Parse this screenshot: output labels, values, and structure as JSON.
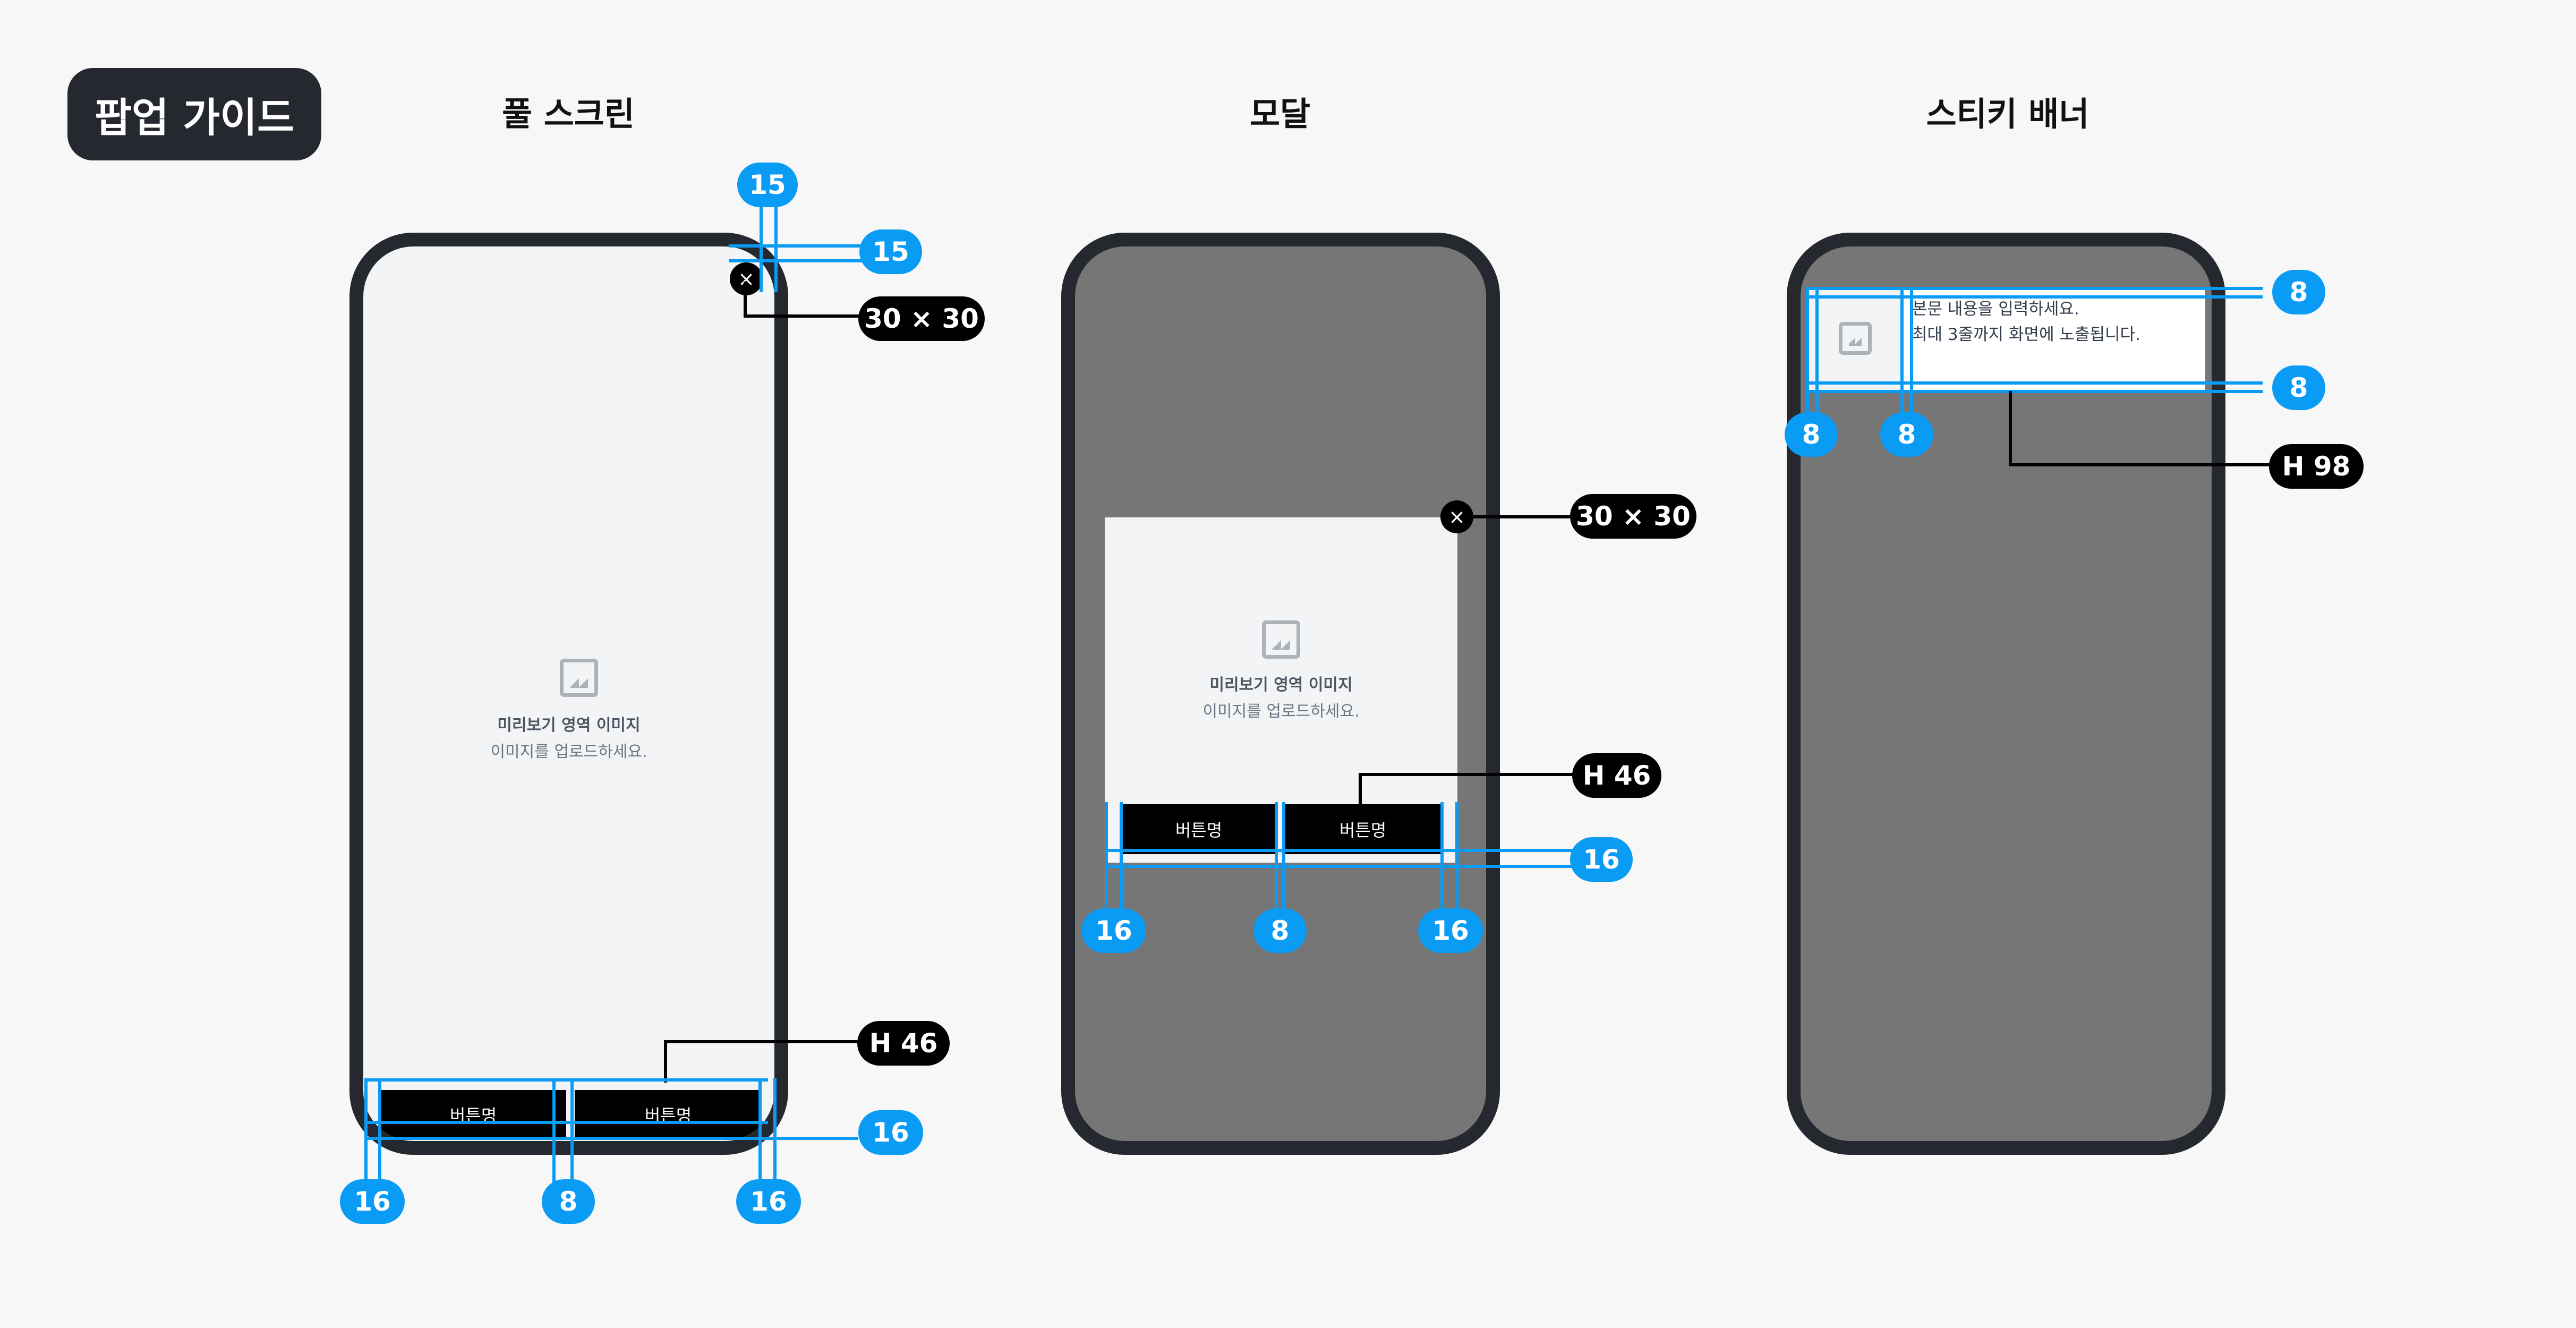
{
  "header": {
    "title": "팝업 가이드"
  },
  "sections": {
    "fullscreen": {
      "title": "풀 스크린"
    },
    "modal": {
      "title": "모달"
    },
    "sticky": {
      "title": "스티키 배너"
    }
  },
  "preview": {
    "title": "미리보기 영역 이미지",
    "subtitle": "이미지를 업로드하세요."
  },
  "buttons": {
    "label": "버튼명"
  },
  "close_glyph": "×",
  "sticky_banner": {
    "line1": "본문 내용을 입력하세요.",
    "line2": "최대 3줄까지 화면에 노출됩니다."
  },
  "specs": {
    "fs_top": "15",
    "fs_right": "15",
    "fs_close": "30 × 30",
    "fs_btn_height": "H 46",
    "fs_bottom": "16",
    "fs_left": "16",
    "fs_gap": "8",
    "fs_right_margin": "16",
    "modal_close": "30 × 30",
    "modal_btn_height": "H 46",
    "modal_bottom": "16",
    "modal_left": "16",
    "modal_gap": "8",
    "modal_right": "16",
    "sticky_top": "8",
    "sticky_bottom": "8",
    "sticky_left": "8",
    "sticky_gap": "8",
    "sticky_height": "H 98"
  },
  "colors": {
    "accent_blue": "#0a9bf5",
    "phone_frame": "#25292f",
    "dim": "#767676"
  }
}
